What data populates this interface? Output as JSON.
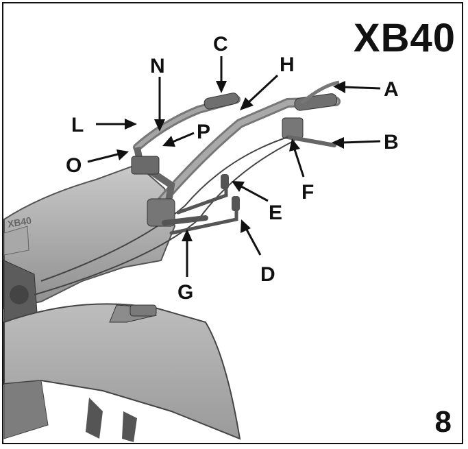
{
  "model": "XB40",
  "page_number": "8",
  "callouts": [
    {
      "id": "A",
      "letter": "A"
    },
    {
      "id": "B",
      "letter": "B"
    },
    {
      "id": "C",
      "letter": "C"
    },
    {
      "id": "D",
      "letter": "D"
    },
    {
      "id": "E",
      "letter": "E"
    },
    {
      "id": "F",
      "letter": "F"
    },
    {
      "id": "G",
      "letter": "G"
    },
    {
      "id": "H",
      "letter": "H"
    },
    {
      "id": "L",
      "letter": "L"
    },
    {
      "id": "N",
      "letter": "N"
    },
    {
      "id": "O",
      "letter": "O"
    },
    {
      "id": "P",
      "letter": "P"
    }
  ],
  "machine_badge": "XB40"
}
